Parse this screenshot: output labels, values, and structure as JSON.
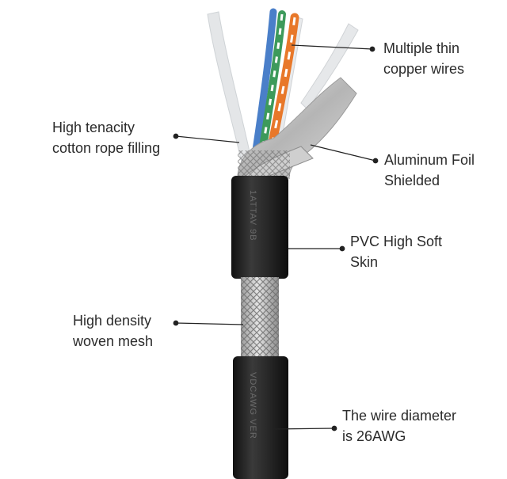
{
  "callouts": {
    "copper_wires": {
      "lines": [
        "Multiple thin",
        "copper wires"
      ]
    },
    "rope_filling": {
      "lines": [
        "High tenacity",
        "cotton rope filling"
      ]
    },
    "aluminum_foil": {
      "lines": [
        "Aluminum Foil",
        "Shielded"
      ]
    },
    "pvc_skin": {
      "lines": [
        "PVC High Soft",
        "Skin"
      ]
    },
    "woven_mesh": {
      "lines": [
        "High density",
        "woven mesh"
      ]
    },
    "wire_diameter": {
      "lines": [
        "The wire diameter",
        "is 26AWG"
      ]
    }
  },
  "cable_print": {
    "upper_jacket_text": "1ATTAV 9B",
    "lower_jacket_text": "VDCAWG VER"
  },
  "colors": {
    "jacket": "#1f1f1f",
    "orange_wire": "#e8782a",
    "green_wire": "#3d9a5b",
    "blue_wire": "#4a7fc9",
    "foil": "#c9c9c9",
    "leader": "#222222"
  }
}
